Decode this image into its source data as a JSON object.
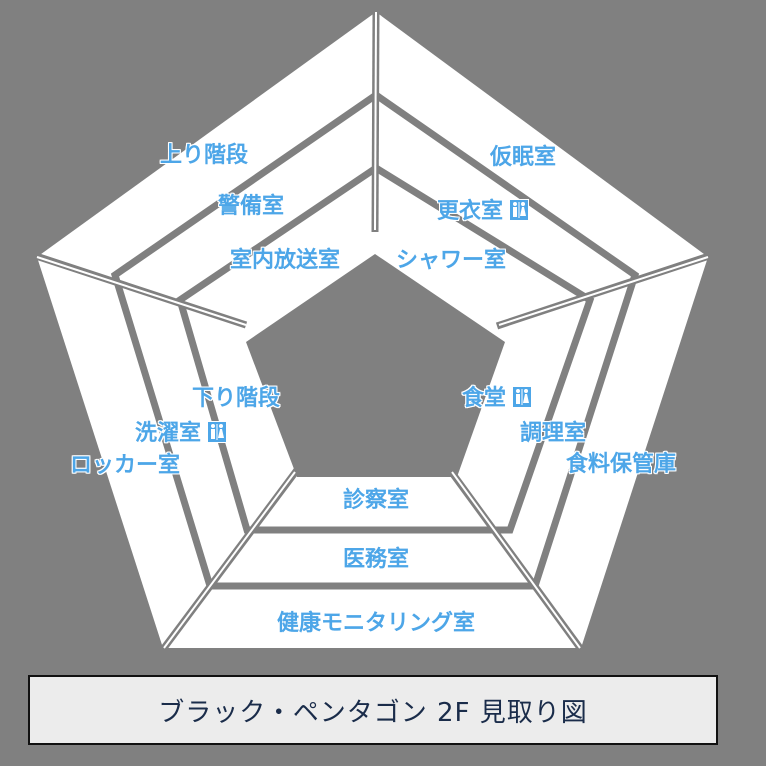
{
  "title": "ブラック・ペンタゴン 2F 見取り図",
  "colors": {
    "background": "#808080",
    "floor": "#ffffff",
    "label": "#4da6e8",
    "title_bg": "#ececec",
    "title_text": "#1a2c4a"
  },
  "restroom_icon": "restroom-icon",
  "rooms": {
    "top_left": [
      "上り階段",
      "警備室",
      "室内放送室"
    ],
    "top_right": [
      "仮眠室",
      "更衣室",
      "シャワー室"
    ],
    "right": [
      "食堂",
      "調理室",
      "食料保管庫"
    ],
    "bottom": [
      "診察室",
      "医務室",
      "健康モニタリング室"
    ],
    "left": [
      "下り階段",
      "洗濯室",
      "ロッカー室"
    ]
  }
}
